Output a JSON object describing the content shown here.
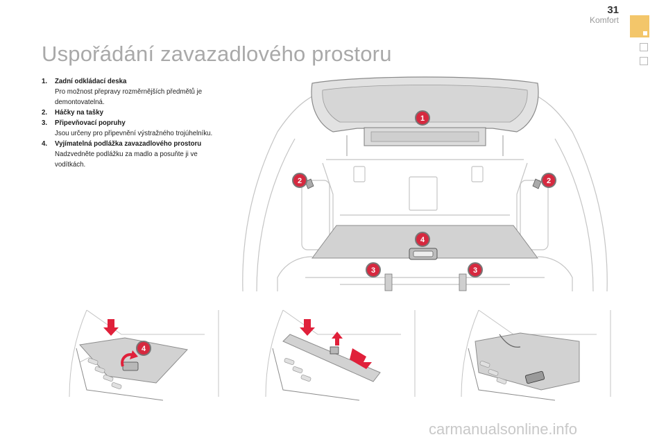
{
  "header": {
    "page_number": "31",
    "section": "Komfort"
  },
  "title": "Uspořádání zavazadlového prostoru",
  "items": [
    {
      "num": "1.",
      "heading": "Zadní odkládací deska",
      "desc": "Pro možnost přepravy rozměrnějších předmětů je demontovatelná."
    },
    {
      "num": "2.",
      "heading": "Háčky na tašky",
      "desc": ""
    },
    {
      "num": "3.",
      "heading": "Připevňovací popruhy",
      "desc": "Jsou určeny pro připevnění výstražného trojúhelníku."
    },
    {
      "num": "4.",
      "heading": "Vyjímatelná podlážka zavazadlového prostoru",
      "desc": "Nadzvedněte podlážku za madlo a posuňte ji ve vodítkách."
    }
  ],
  "callouts": {
    "main": [
      "1",
      "2",
      "2",
      "4",
      "3",
      "3"
    ],
    "small1": "4"
  },
  "colors": {
    "title_gray": "#a9a9a9",
    "tab_accent": "#f3c66a",
    "callout_red": "#d6293f",
    "arrow_red": "#e0203a",
    "panel_gray": "#d2d2d2"
  },
  "watermark": "carmanualsonline.info"
}
